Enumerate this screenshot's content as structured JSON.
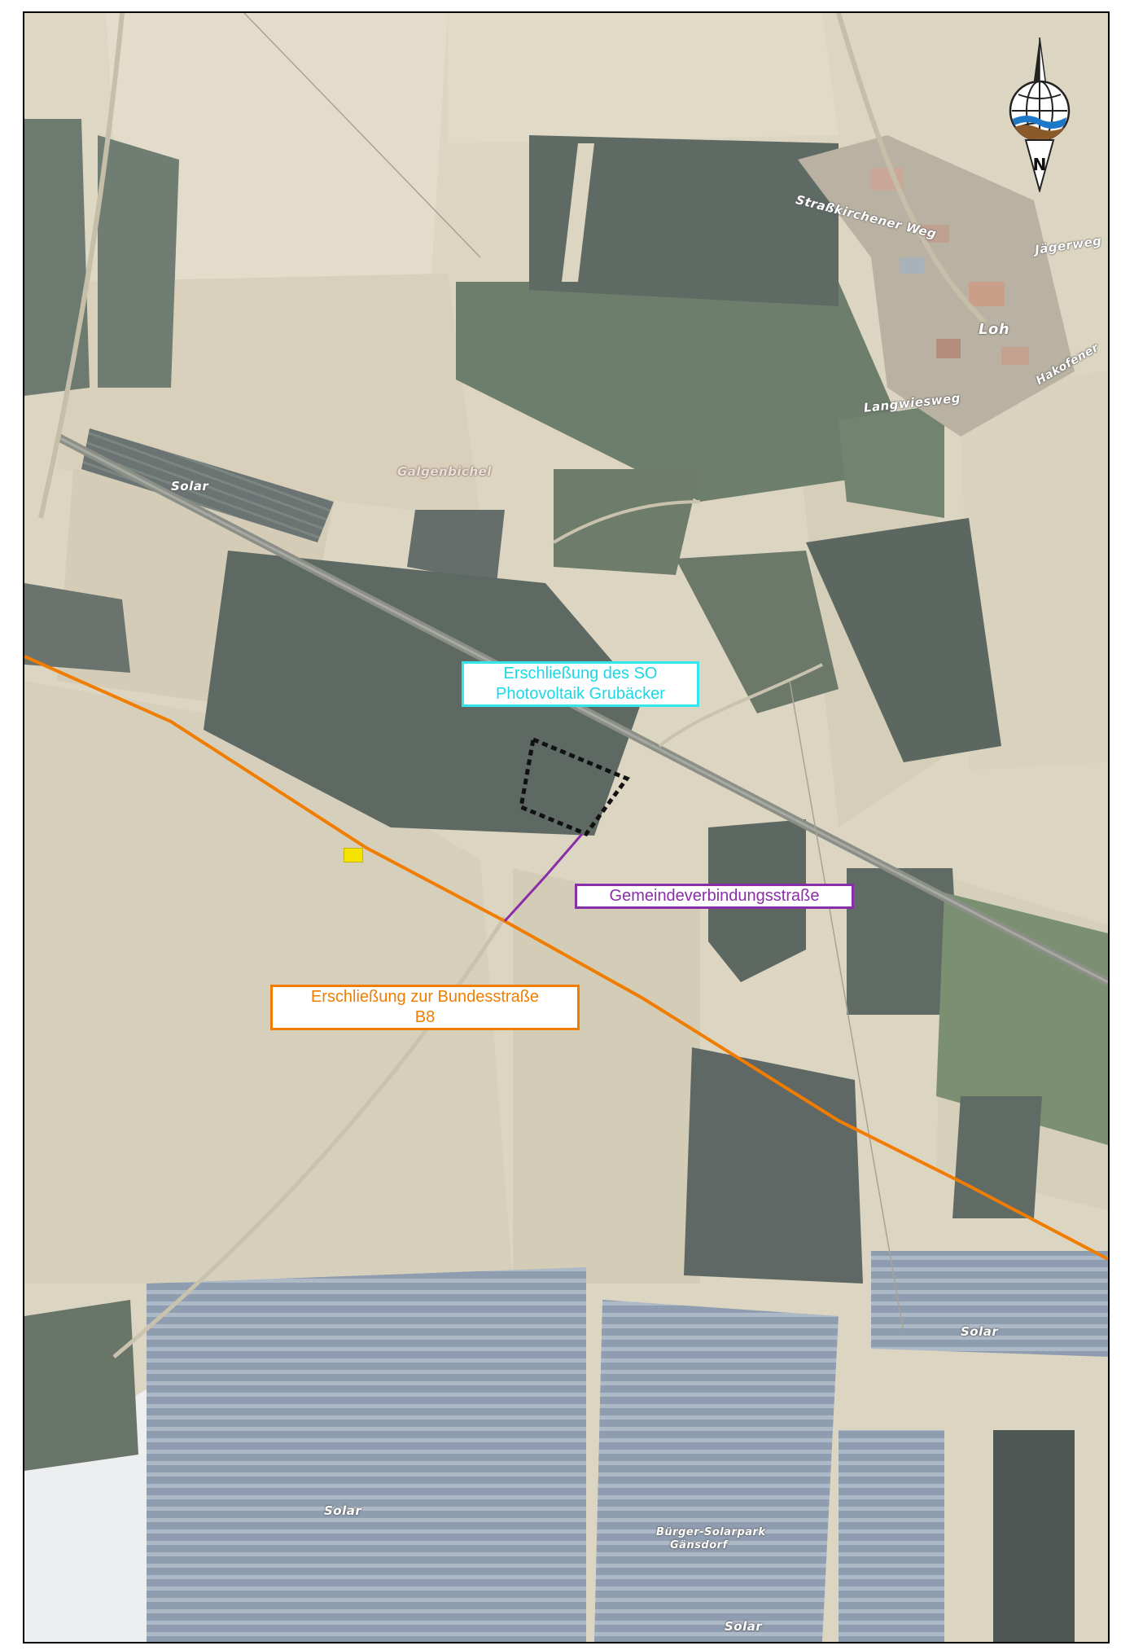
{
  "map": {
    "labels": {
      "galgenbichel": "Galgenbichel",
      "solar_nw": "Solar",
      "solar_east": "Solar",
      "solar_sw": "Solar",
      "solar_south": "Solar",
      "buerger_solarpark_1": "Bürger-Solarpark",
      "buerger_solarpark_2": "Gänsdorf",
      "strasskirchener_weg": "Straßkirchener Weg",
      "jaegerweg": "Jägerweg",
      "loh": "Loh",
      "langwiesweg": "Langwiesweg",
      "hakofener": "Hakofener"
    },
    "callouts": {
      "so_line1": "Erschließung des SO",
      "so_line2": "Photovoltaik Grubäcker",
      "gemeindeverbindung": "Gemeindeverbindungsstraße",
      "b8_line1": "Erschließung zur Bundesstraße",
      "b8_line2": "B8"
    },
    "compass_letter": "N",
    "colors": {
      "b8_road": "#f07d00",
      "gemeindeverbindung_road": "#8a2ea8",
      "so_callout": "#33e6ee",
      "site_outline": "#111111",
      "b8_marker": "#f4e400"
    }
  }
}
